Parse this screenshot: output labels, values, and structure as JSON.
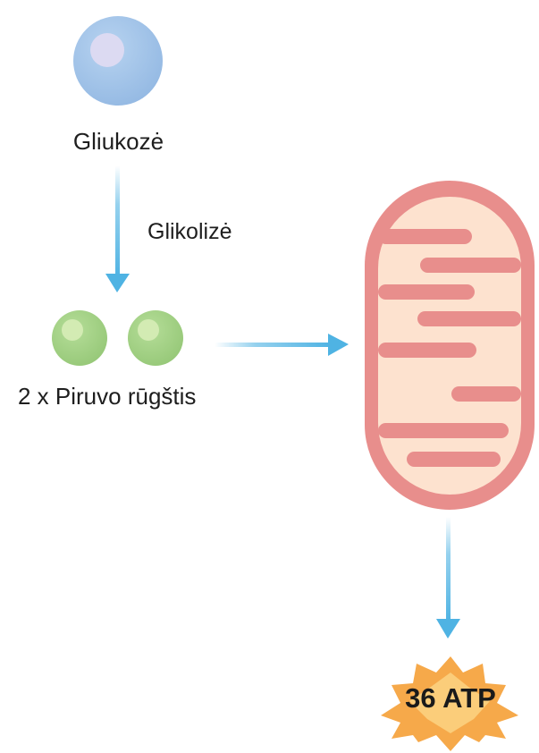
{
  "labels": {
    "glucose": "Gliukozė",
    "glycolysis": "Glikolizė",
    "pyruvate": "2 x Piruvo rūgštis",
    "atp": "36 ATP"
  },
  "colors": {
    "arrow": "#4fb3e3",
    "glucose_fill": "#a9c8ea",
    "glucose_highlight": "#d9d8f0",
    "pyruvate_fill": "#a8d58c",
    "pyruvate_highlight": "#cde6a8",
    "mito_outer": "#e88e8c",
    "mito_inner": "#fde2cf",
    "atp_burst": "#f6a94a"
  }
}
